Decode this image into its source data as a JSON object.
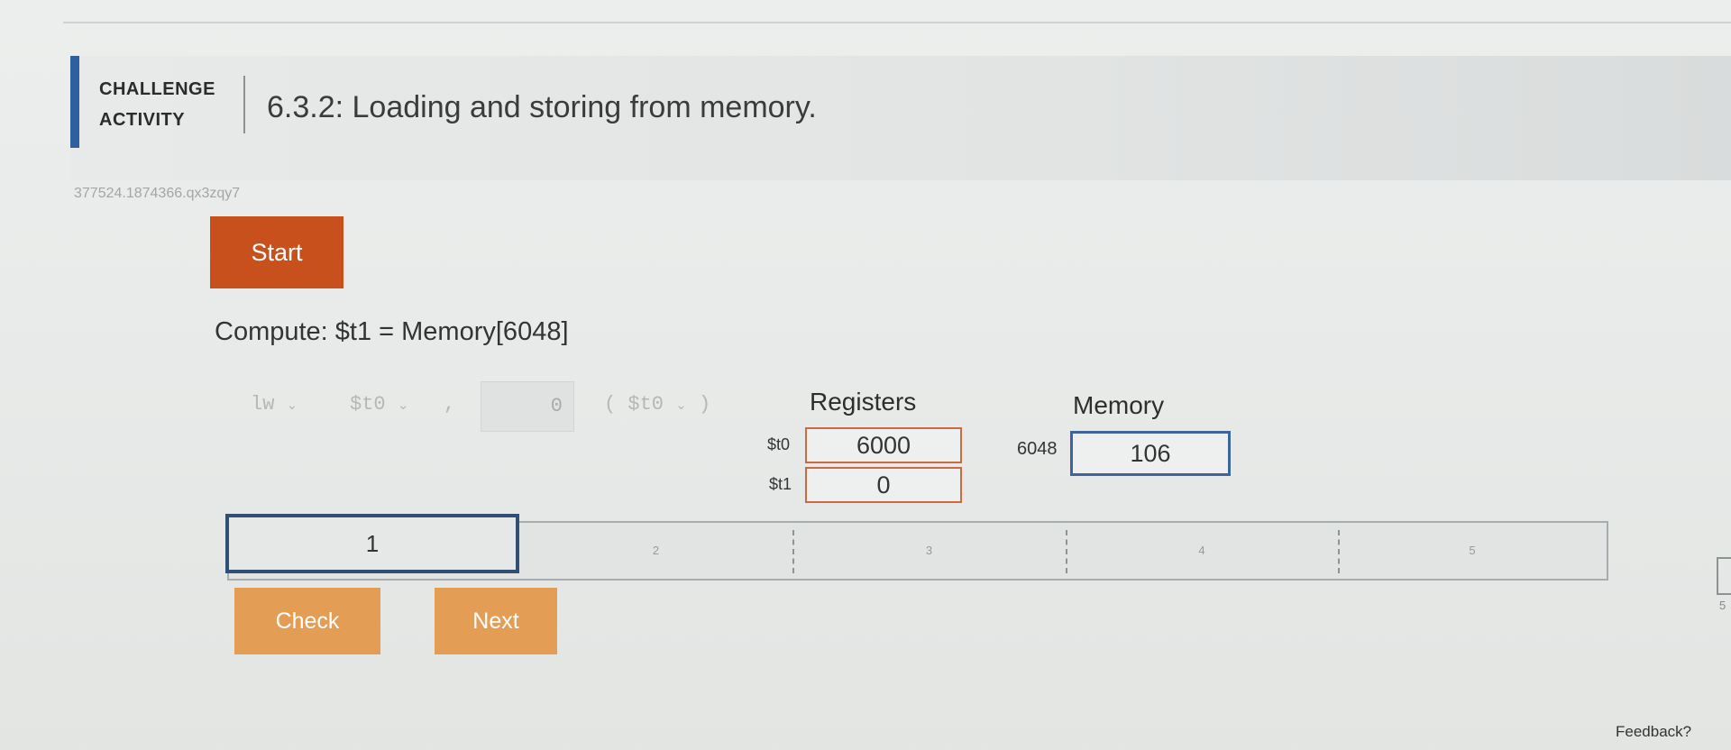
{
  "header": {
    "label_line1": "CHALLENGE",
    "label_line2": "ACTIVITY",
    "title": "6.3.2: Loading and storing from memory."
  },
  "activity_id": "377524.1874366.qx3zqy7",
  "start_label": "Start",
  "prompt": "Compute: $t1 = Memory[6048]",
  "instruction": {
    "opcode": "lw",
    "dest_reg": "$t0",
    "comma": ",",
    "offset": "0",
    "open_paren": "(",
    "base_reg": "$t0",
    "close_paren": ")"
  },
  "registers": {
    "title": "Registers",
    "items": [
      {
        "name": "$t0",
        "value": "6000"
      },
      {
        "name": "$t1",
        "value": "0"
      }
    ]
  },
  "memory": {
    "title": "Memory",
    "address": "6048",
    "value": "106"
  },
  "progress": {
    "steps": [
      "1",
      "2",
      "3",
      "4",
      "5"
    ],
    "current": 1
  },
  "buttons": {
    "check": "Check",
    "next": "Next"
  },
  "feedback": "Feedback?",
  "side_digit": "5",
  "colors": {
    "start": "#c8501c",
    "action": "#e39d55",
    "accent": "#2f5f9e",
    "register_border": "#c96a43"
  },
  "icons": [
    "chevron-down-icon"
  ]
}
